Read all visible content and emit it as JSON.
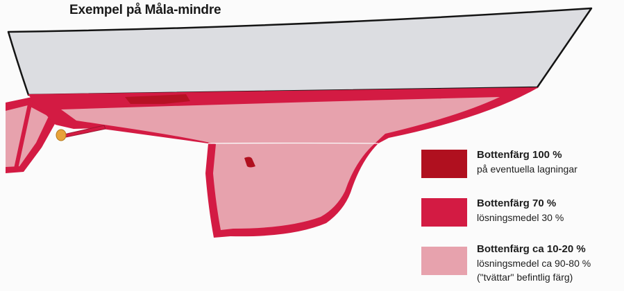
{
  "title": "Exempel på Måla-mindre",
  "colors": {
    "background": "#fbfbfb",
    "topsides": "#dcdde1",
    "outline": "#141414",
    "paint_100": "#b0101f",
    "paint_70": "#d31b43",
    "paint_10_20": "#e7a2ad",
    "propeller": "#e8a33a"
  },
  "legend": {
    "items": [
      {
        "heading": "Bottenfärg 100 %",
        "lines": [
          "på eventuella lagningar"
        ],
        "color": "#b0101f"
      },
      {
        "heading": "Bottenfärg 70 %",
        "lines": [
          "lösningsmedel 30 %"
        ],
        "color": "#d31b43"
      },
      {
        "heading": "Bottenfärg ca 10-20 %",
        "lines": [
          "lösningsmedel ca 90-80 %",
          "(\"tvättar\" befintlig färg)"
        ],
        "color": "#e7a2ad"
      }
    ]
  }
}
